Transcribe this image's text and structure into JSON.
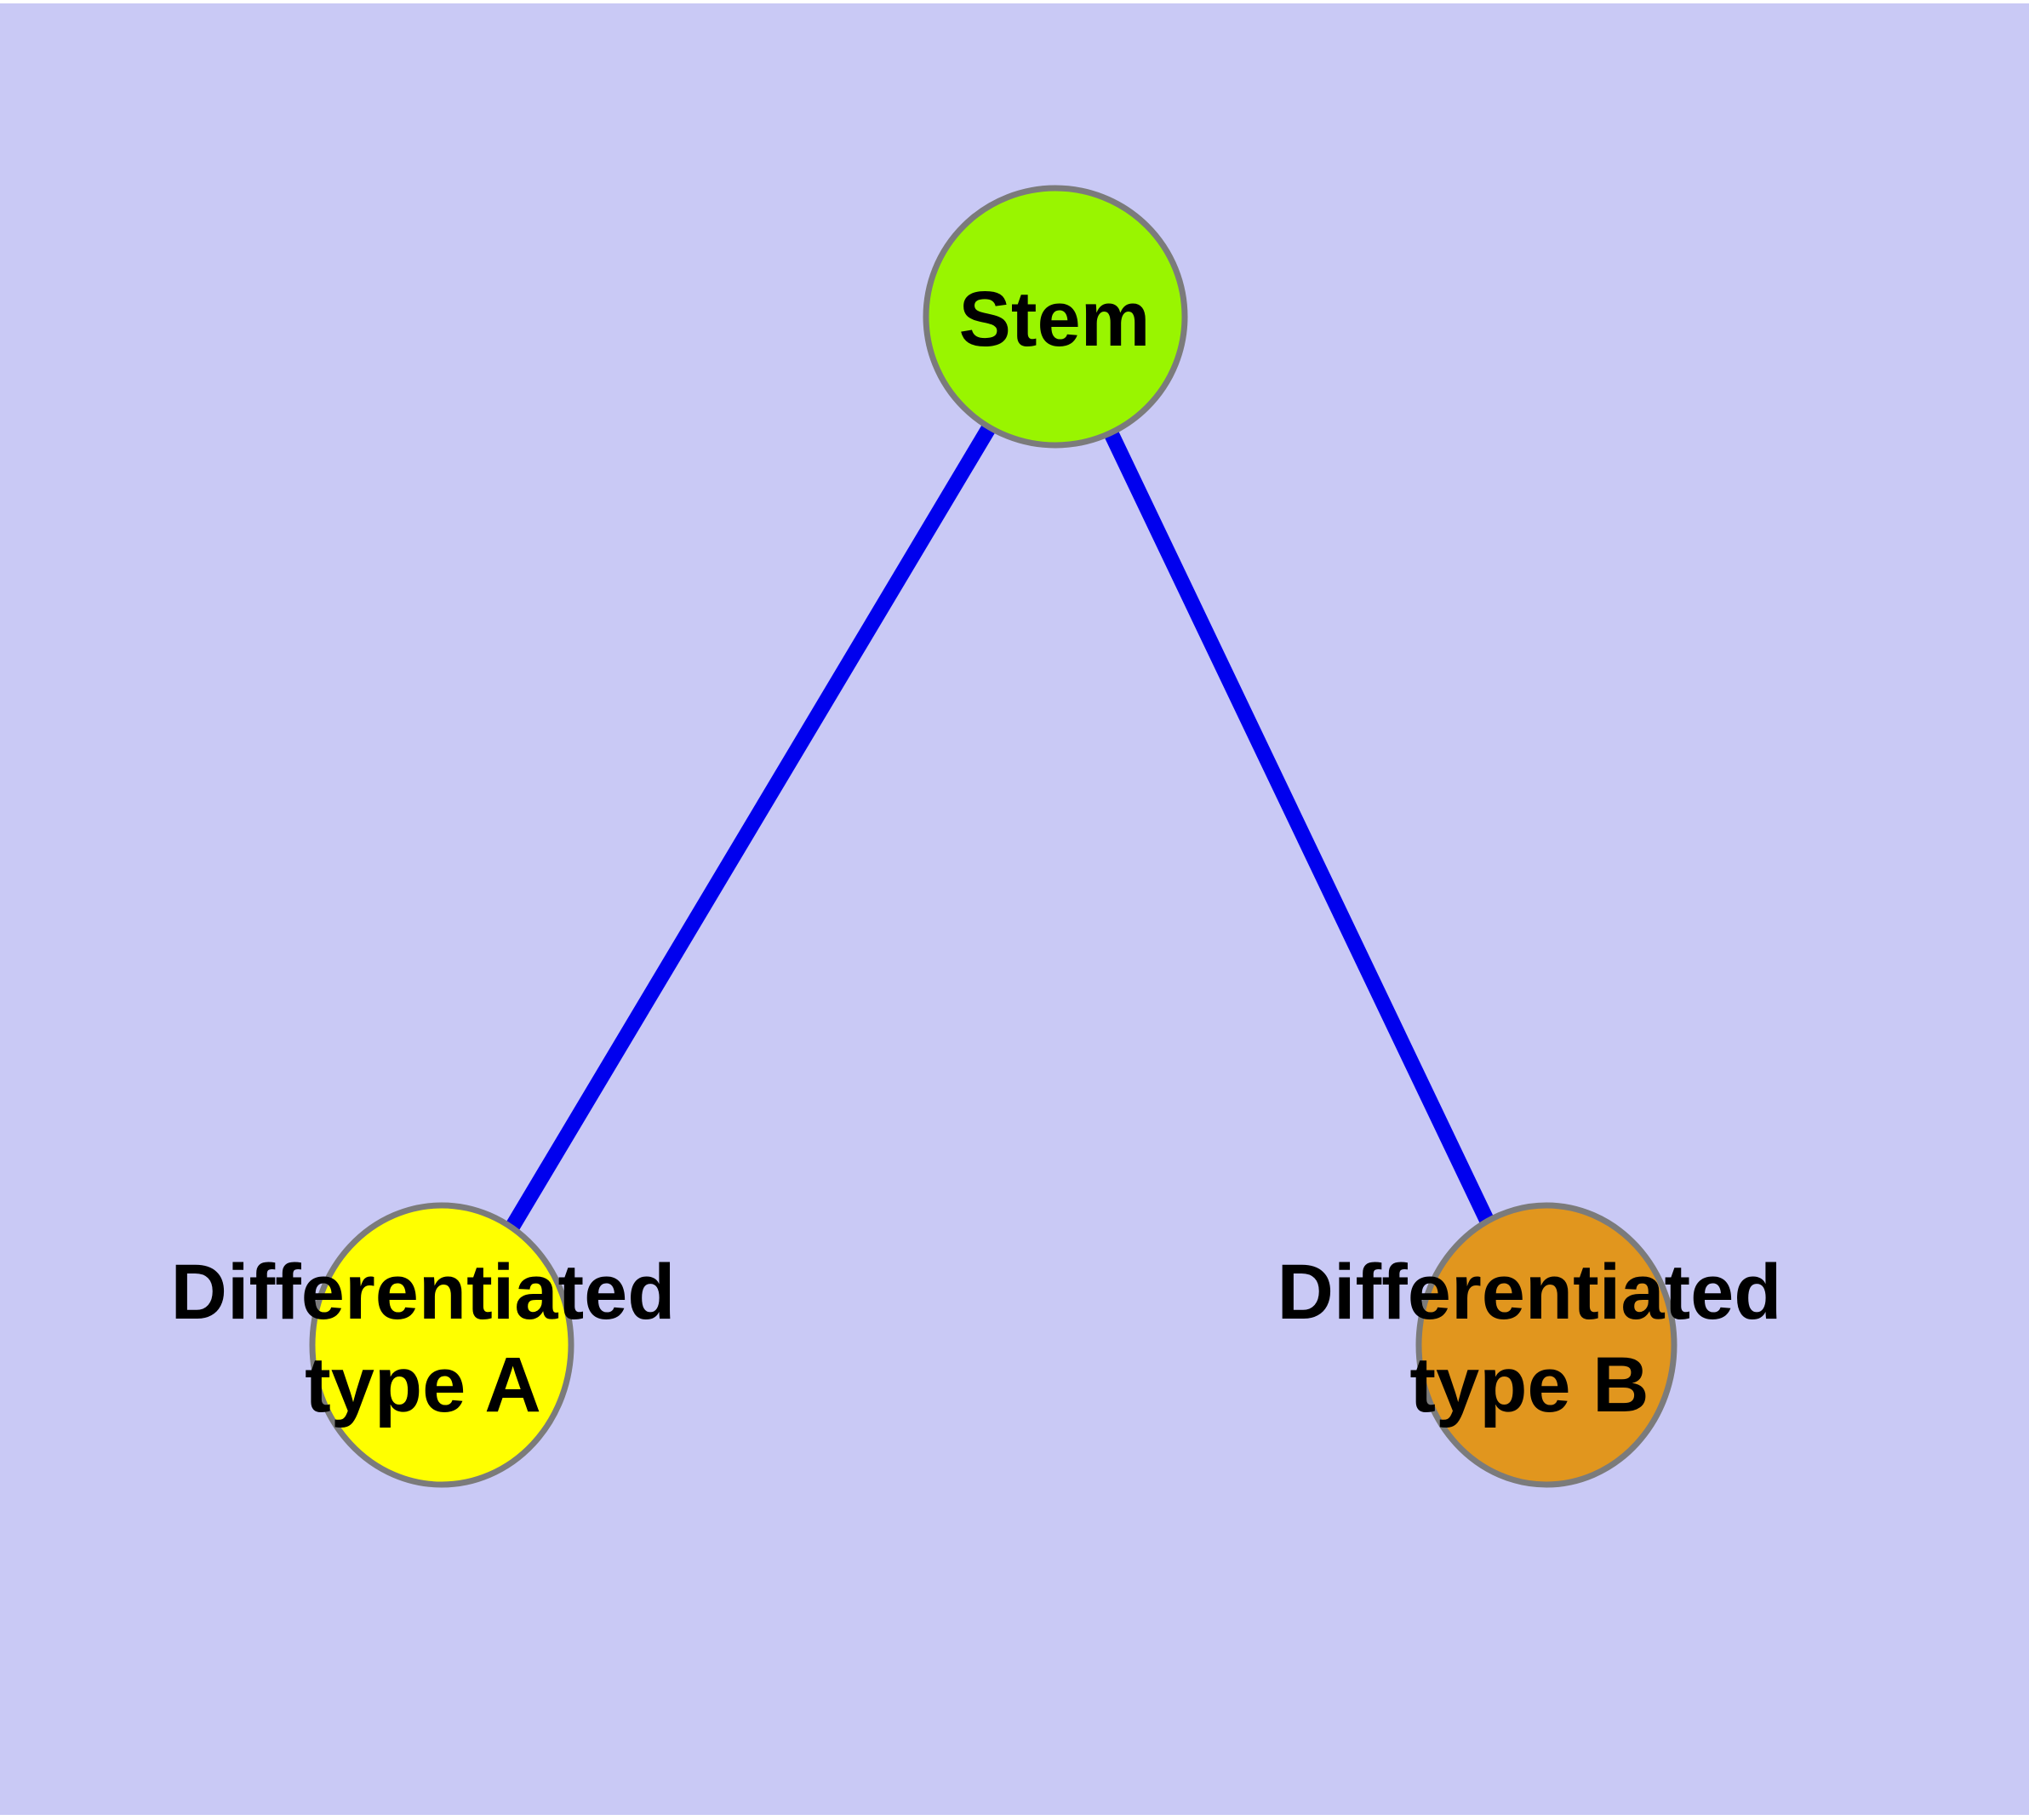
{
  "diagram": {
    "type": "node-link-graph",
    "background_color": "#c9c9f5",
    "edge_color": "#0000ee",
    "node_border_color": "#7b7b7b",
    "text_color": "#000000",
    "nodes": [
      {
        "id": "stem",
        "label": "Stem",
        "label_lines": [
          "Stem"
        ],
        "color": "#99f500",
        "position": "top-center"
      },
      {
        "id": "differentiated-type-a",
        "label": "Differentiated type A",
        "label_lines": [
          "Differentiated",
          "type A"
        ],
        "color": "#ffff00",
        "position": "bottom-left"
      },
      {
        "id": "differentiated-type-b",
        "label": "Differentiated type B",
        "label_lines": [
          "Differentiated",
          "type B"
        ],
        "color": "#e1961e",
        "position": "bottom-right"
      }
    ],
    "edges": [
      {
        "from": "Stem",
        "to": "Differentiated type A",
        "style": "solid"
      },
      {
        "from": "Stem",
        "to": "Differentiated type B",
        "style": "solid"
      }
    ]
  }
}
